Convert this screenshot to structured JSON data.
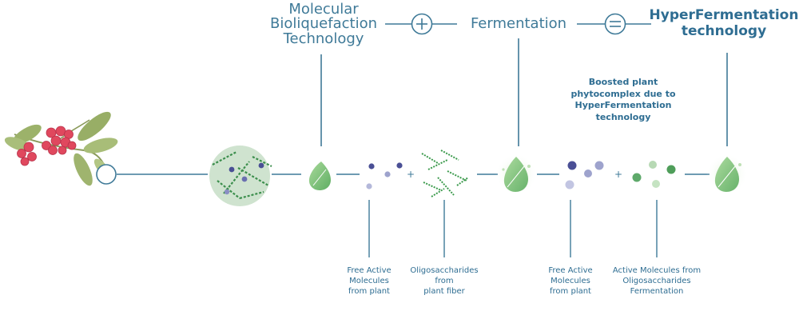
{
  "header": {
    "step1": [
      "Molecular",
      "Bioliquefaction",
      "Technology"
    ],
    "operator_plus": "+",
    "step2": "Fermentation",
    "operator_equals": "=",
    "result": [
      "HyperFermentation",
      "technology"
    ]
  },
  "boosted_note": [
    "Boosted plant",
    "phytocomplex due to",
    "HyperFermentation",
    "technology"
  ],
  "plus_sign": "+",
  "captions": {
    "free_active_1": [
      "Free Active",
      "Molecules",
      "from plant"
    ],
    "oligosaccharides": [
      "Oligosaccharides",
      "from",
      "plant fiber"
    ],
    "free_active_2": [
      "Free Active",
      "Molecules",
      "from plant"
    ],
    "active_from_oligo": [
      "Active Molecules from",
      "Oligosaccharides",
      "Fermentation"
    ]
  },
  "colors": {
    "line": "#3f7a98",
    "text": "#2e6d92",
    "leaf_green": "#7ec07a",
    "berry_red": "#e0485e",
    "molecule_purple": "#4a4f95",
    "molecule_lavender": "#9ea3cd",
    "molecule_green": "#4f9e5a"
  }
}
